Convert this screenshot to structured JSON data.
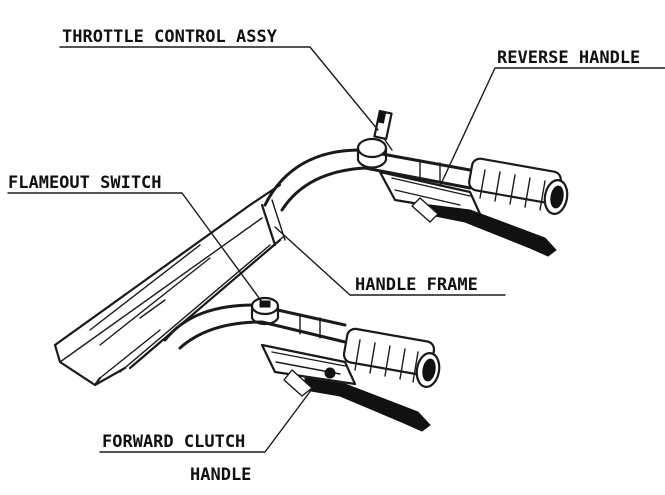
{
  "labels": {
    "throttle": "THROTTLE CONTROL ASSY",
    "reverse": "REVERSE HANDLE",
    "flameout": "FLAMEOUT SWITCH",
    "handle_frame": "HANDLE FRAME",
    "forward_line1": "FORWARD CLUTCH",
    "forward_line2": "HANDLE"
  },
  "colors": {
    "ink": "#111111",
    "background": "#ffffff"
  }
}
